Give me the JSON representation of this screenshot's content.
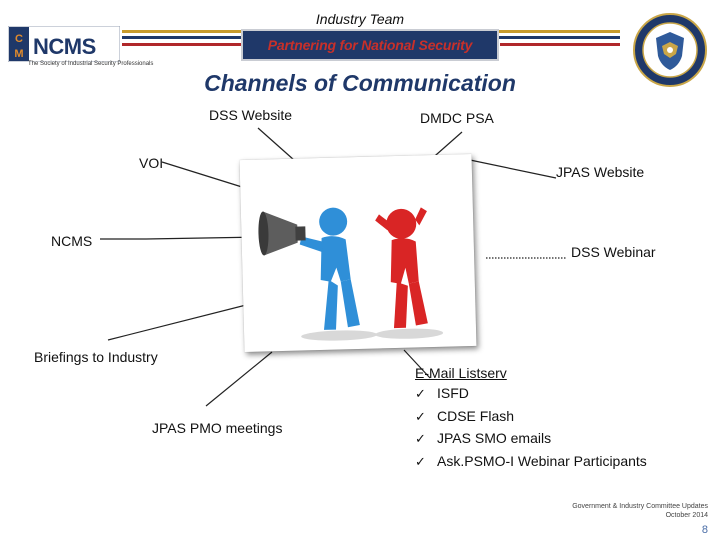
{
  "header": {
    "team_title": "Industry Team",
    "logo_text": "NCMS",
    "logo_letters": [
      "C",
      "M"
    ],
    "logo_subtitle": "The Society of Industrial Security Professionals",
    "banner_text": "Partnering for National Security",
    "seal_icon": "dss-seal-icon"
  },
  "title": "Channels of Communication",
  "channels": {
    "dss_website": "DSS Website",
    "dmdc_psa": "DMDC PSA",
    "voi": "VOI",
    "jpas_website": "JPAS Website",
    "ncms": "NCMS",
    "dss_webinar": "DSS Webinar",
    "briefings": "Briefings to Industry",
    "jpas_pmo": "JPAS PMO meetings"
  },
  "listserv": {
    "header": "E-Mail Listserv",
    "items": [
      "ISFD",
      "CDSE Flash",
      "JPAS SMO emails",
      "Ask.PSMO-I Webinar Participants"
    ]
  },
  "footer": {
    "line1": "Government & Industry Committee Updates",
    "line2": "October 2014",
    "page": "8"
  },
  "colors": {
    "navy": "#1f3869",
    "banner_text": "#c8302a",
    "figure_blue": "#2f8fd8",
    "figure_red": "#d92525",
    "rule_gold": "#c89b2c",
    "rule_red": "#b0282a"
  }
}
